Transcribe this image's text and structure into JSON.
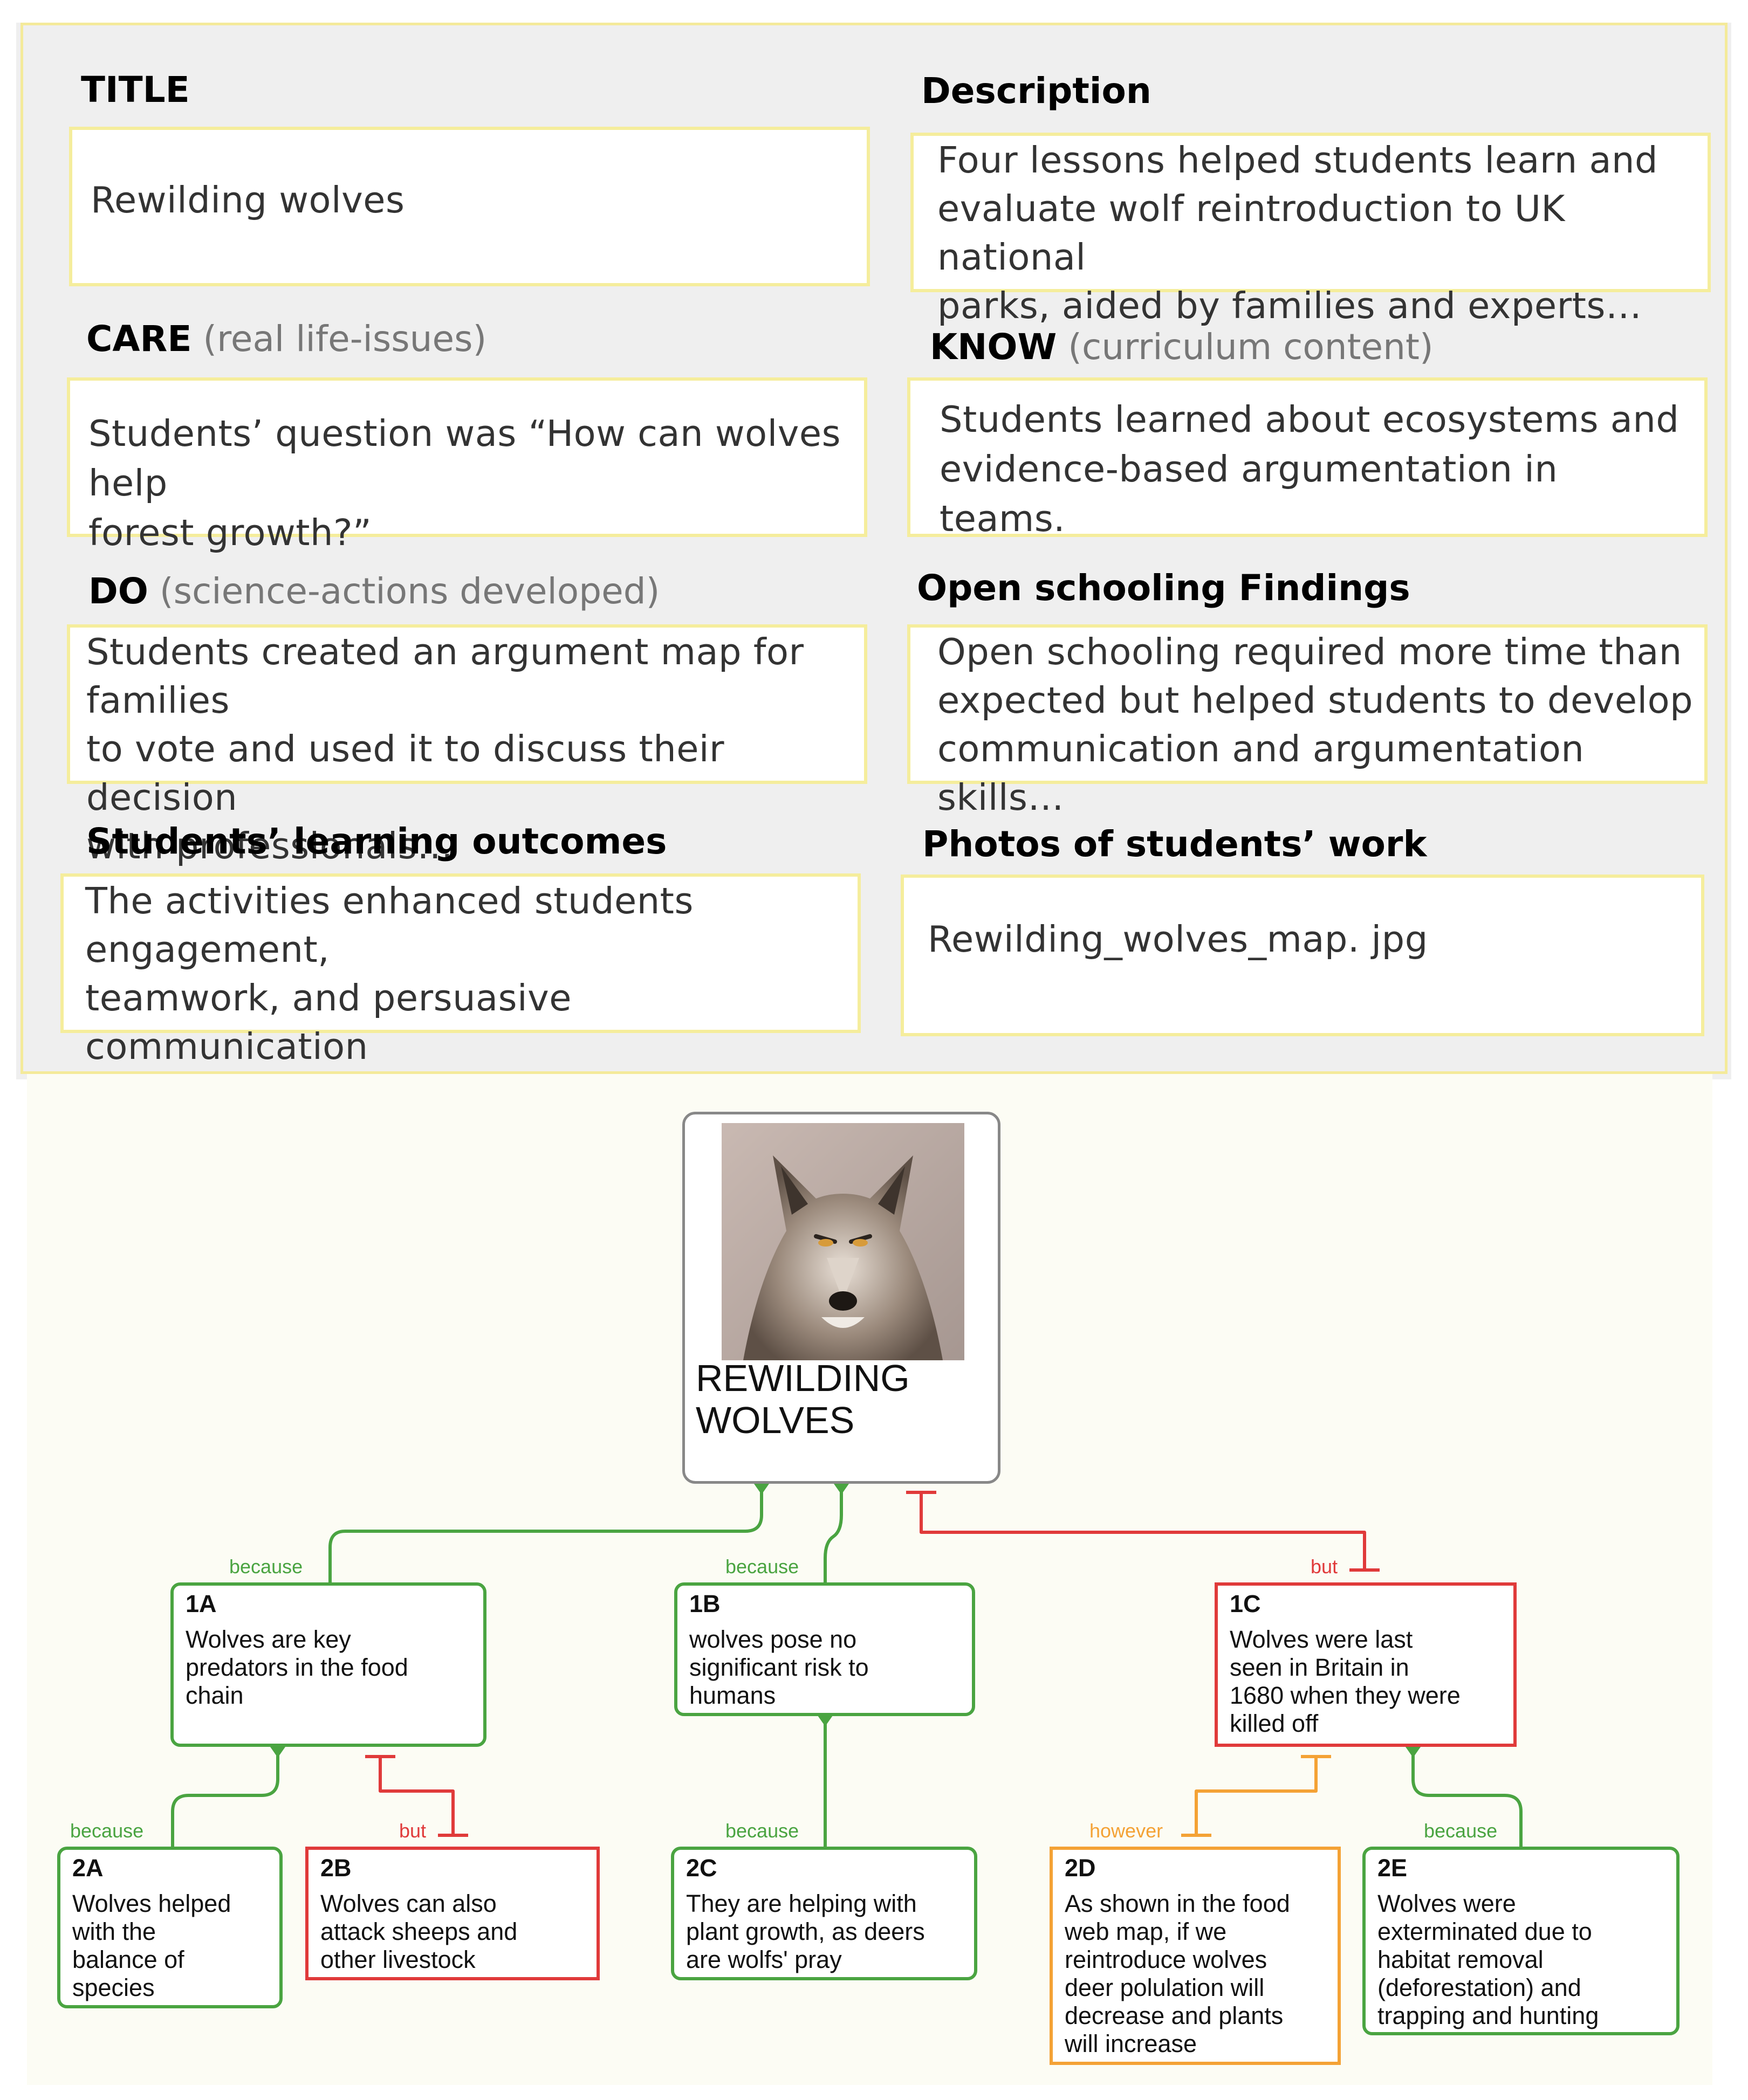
{
  "cards": {
    "title": {
      "heading": "TITLE",
      "text": "Rewilding  wolves"
    },
    "description": {
      "heading": "Description",
      "text": "Four lessons helped students learn and\nevaluate wolf reintroduction to UK national\nparks, aided by families and experts…"
    },
    "care": {
      "heading": "CARE",
      "sub": " (real life-issues)",
      "text": "Students’ question was “How can wolves help\nforest growth?”"
    },
    "know": {
      "heading": "KNOW",
      "sub": "  (curriculum content)",
      "text": "Students learned about ecosystems and\nevidence-based argumentation in teams."
    },
    "do": {
      "heading": "DO",
      "sub": " (science-actions developed)",
      "text": "Students created an argument map for families\nto vote and used it to discuss their decision\nwith professionals…"
    },
    "findings": {
      "heading": "Open schooling Findings",
      "text": "Open schooling required more time than\nexpected but helped students to develop\ncommunication and argumentation skills…"
    },
    "outcomes": {
      "heading": "Students’ learning outcomes",
      "text": "The activities enhanced students engagement,\nteamwork, and persuasive communication\nskills; but some required more support."
    },
    "photos": {
      "heading": "Photos of students’ work",
      "text": "Rewilding_wolves_map. jpg"
    }
  },
  "map": {
    "root": {
      "title": "REWILDING\nWOLVES",
      "image_icon": "wolf-photo"
    },
    "nodes": {
      "n1a": {
        "id": "1A",
        "text": "Wolves are key\npredators in the food\nchain"
      },
      "n1b": {
        "id": "1B",
        "text": "wolves pose no\nsignificant risk to\nhumans"
      },
      "n1c": {
        "id": "1C",
        "text": "Wolves were last\nseen in Britain in\n1680 when they were\nkilled off"
      },
      "n2a": {
        "id": "2A",
        "text": "Wolves helped\nwith the\nbalance of\nspecies"
      },
      "n2b": {
        "id": "2B",
        "text": "Wolves can also\nattack sheeps and\nother livestock"
      },
      "n2c": {
        "id": "2C",
        "text": "They are helping with\nplant growth, as deers\nare wolfs' pray"
      },
      "n2d": {
        "id": "2D",
        "text": "As shown in the food\nweb map, if we\nreintroduce wolves\ndeer polulation will\ndecrease and plants\nwill increase"
      },
      "n2e": {
        "id": "2E",
        "text": "Wolves were\nexterminated due to\nhabitat removal\n(deforestation) and\ntrapping and hunting"
      }
    },
    "labels": {
      "l1a": "because",
      "l1b": "because",
      "l1c": "but",
      "l2a": "because",
      "l2b": "but",
      "l2c": "because",
      "l2d": "however",
      "l2e": "because"
    },
    "colors": {
      "support": "#4aa441",
      "objection": "#e03a3a",
      "rebuttal": "#f4a235",
      "card_border": "#f5ed9c"
    }
  }
}
